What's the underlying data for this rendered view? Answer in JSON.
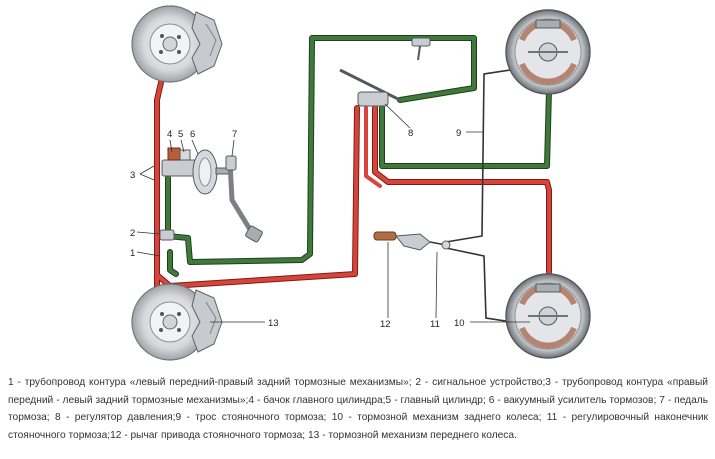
{
  "callouts": {
    "c1": "1",
    "c2": "2",
    "c3": "3",
    "c4": "4",
    "c5": "5",
    "c6": "6",
    "c7": "7",
    "c8": "8",
    "c9": "9",
    "c10": "10",
    "c11": "11",
    "c12": "12",
    "c13": "13"
  },
  "caption": "1 - трубопровод контура «левый передний-правый задний тормозные механизмы»; 2 - сигнальное устройство;3 - трубопровод контура «правый передний - левый задний тормозные механизмы»;4 - бачок главного цилиндра;5 - главный цилиндр; 6 - вакуумный усилитель тормозов; 7 - педаль тормоза; 8 - регулятор давления;9 - трос стояночного тормоза; 10 - тормозной механизм заднего колеса; 11 - регулировочный наконечник стояночного тормоза;12 - рычаг привода стояночного тормоза; 13 - тормозной механизм переднего колеса.",
  "colors": {
    "circuit_red": "#d8443a",
    "circuit_green": "#3f7a3a",
    "cable": "#333333",
    "metal_light": "#e9eaec",
    "metal_dark": "#7c7f85"
  }
}
